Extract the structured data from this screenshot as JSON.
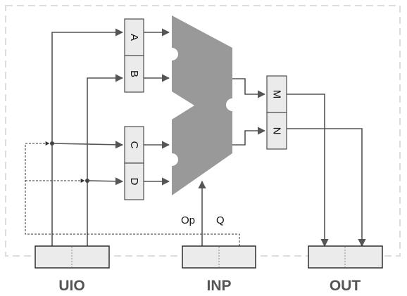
{
  "registers": {
    "a": "A",
    "b": "B",
    "c": "C",
    "d": "D",
    "m": "M",
    "n": "N"
  },
  "buses": {
    "uio": "UIO",
    "inp": "INP",
    "out": "OUT"
  },
  "opcode": {
    "op": "Op",
    "q": "Q"
  },
  "colors": {
    "alu": "#999999",
    "register_fill": "#ebebeb",
    "wire": "#555555",
    "label": "#555555"
  }
}
